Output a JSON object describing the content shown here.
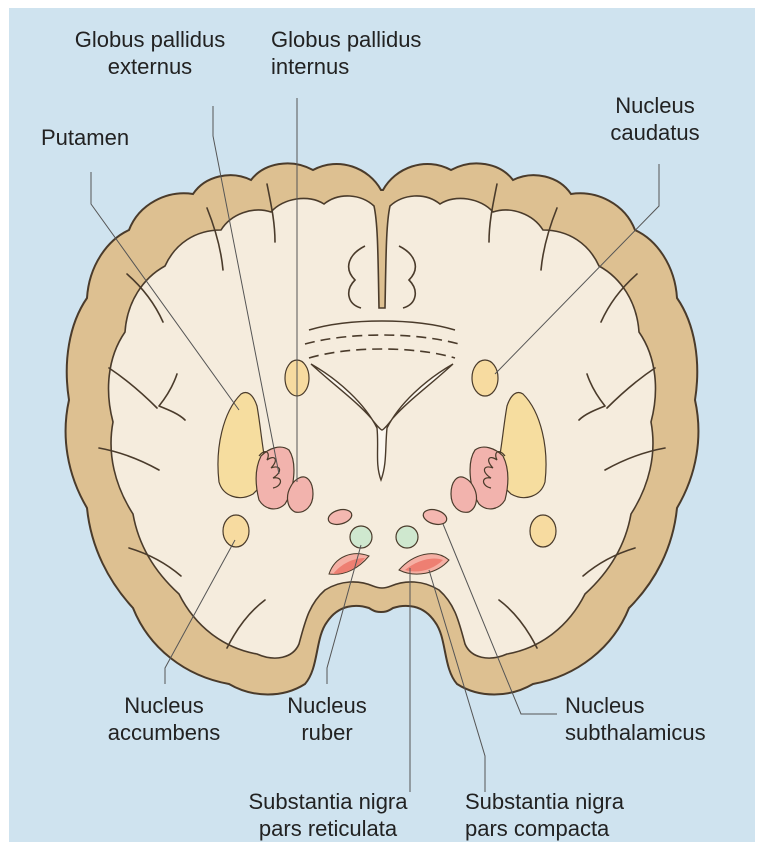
{
  "figure": {
    "colors": {
      "background": "#cfe3ef",
      "cortex": "#ddc091",
      "white_matter": "#f5ecdd",
      "outline": "#4a3b2b",
      "putamen": "#f6dd9f",
      "caudate": "#f7dba0",
      "accumbens": "#f7dba0",
      "globus_pallidus": "#f2b3ad",
      "subthalamic": "#f4b7b0",
      "ruber": "#cfe8cf",
      "nigra_reticulata": "#f5b0a4",
      "nigra_compacta": "#ee7f72",
      "ventricle": "#fbf7ef",
      "label_line": "#555555"
    },
    "labels": {
      "gp_externus": [
        "Globus pallidus",
        "externus"
      ],
      "gp_internus": [
        "Globus pallidus",
        "internus"
      ],
      "putamen": [
        "Putamen"
      ],
      "caudatus": [
        "Nucleus",
        "caudatus"
      ],
      "accumbens": [
        "Nucleus",
        "accumbens"
      ],
      "ruber": [
        "Nucleus",
        "ruber"
      ],
      "subthalamicus": [
        "Nucleus",
        "subthalamicus"
      ],
      "nigra_reticulata": [
        "Substantia nigra",
        "pars reticulata"
      ],
      "nigra_compacta": [
        "Substantia nigra",
        "pars compacta"
      ]
    }
  }
}
